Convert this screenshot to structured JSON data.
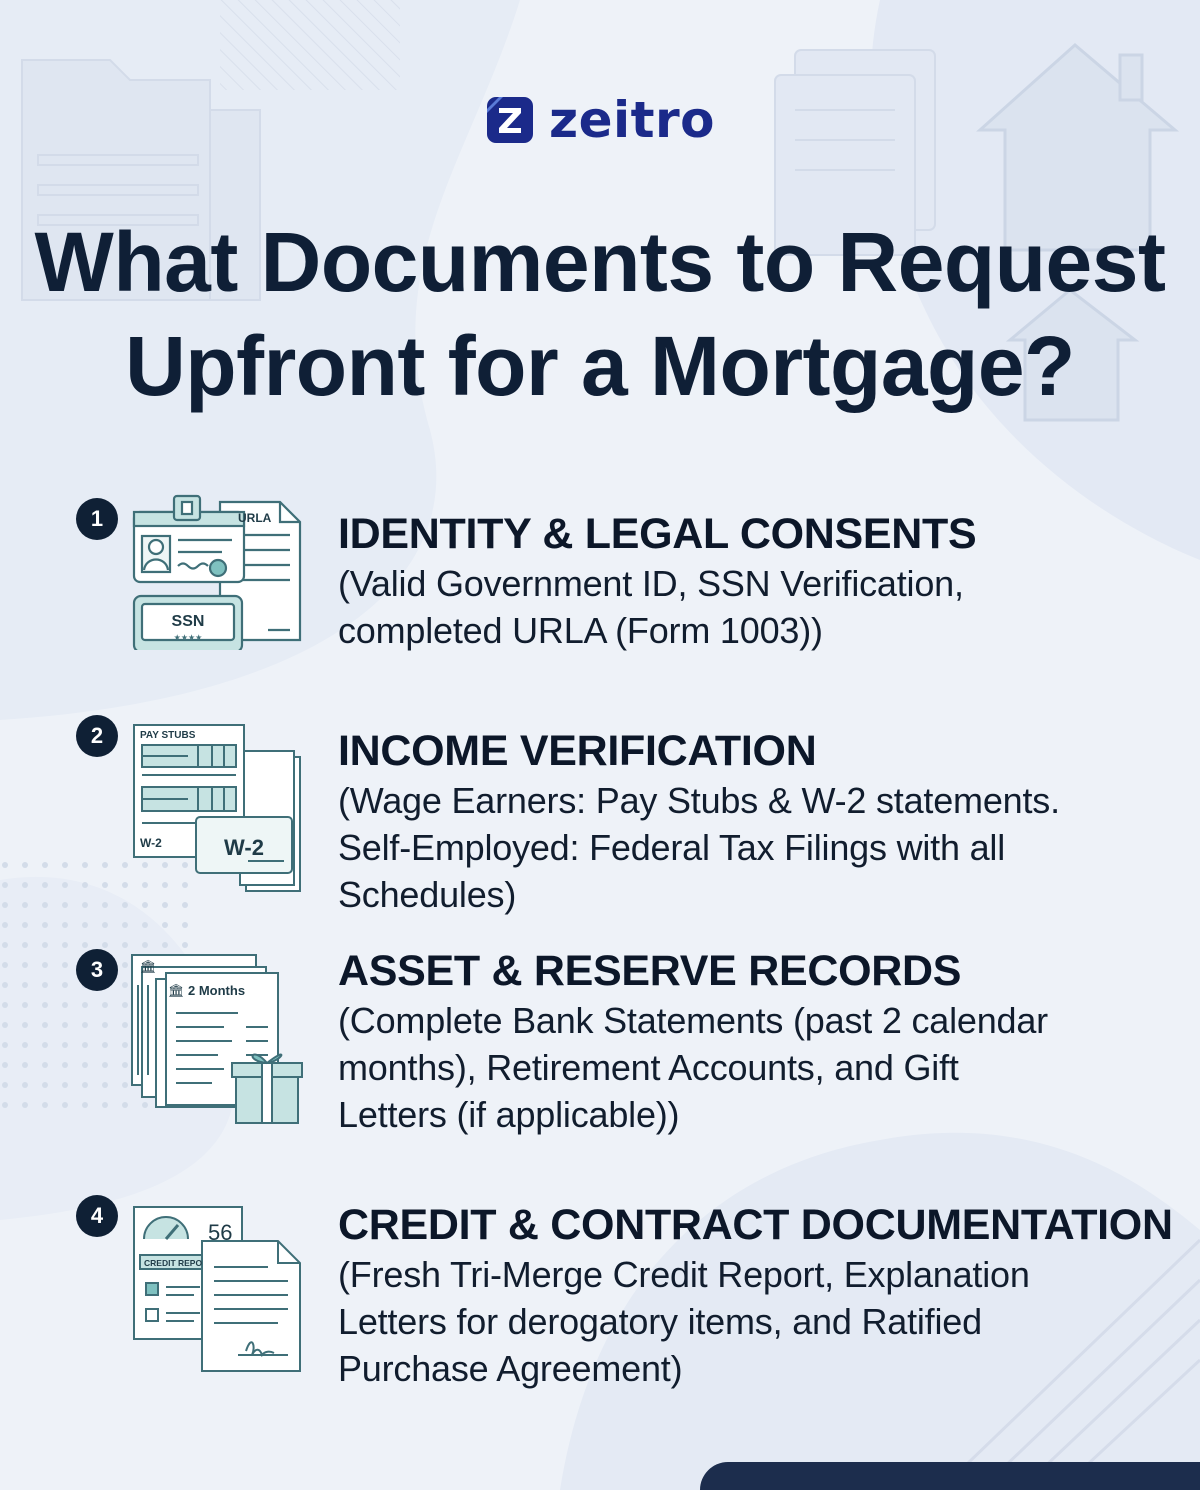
{
  "brand": {
    "name": "zeitro",
    "mark_letter": "Z",
    "color": "#1b2a8a"
  },
  "title": {
    "line1": "What Documents to Request",
    "line2": "Upfront for a Mortgage?"
  },
  "colors": {
    "ink": "#0f1f36",
    "teal": "#5b9fa2",
    "teal_light": "#c6e3e2",
    "background": "#eef2f8"
  },
  "sections": [
    {
      "number": "1",
      "heading": "IDENTITY & LEGAL CONSENTS",
      "desc": [
        "(Valid Government ID, SSN Verification,",
        "completed URLA (Form 1003))"
      ],
      "labels": {
        "urla": "URLA",
        "ssn": "SSN",
        "stars": "★★★★"
      },
      "icon": "id-card-icon"
    },
    {
      "number": "2",
      "heading": "INCOME VERIFICATION",
      "desc": [
        "(Wage Earners: Pay Stubs & W-2 statements.",
        "Self-Employed: Federal Tax Filings with all",
        "Schedules)"
      ],
      "labels": {
        "pay_stubs": "PAY STUBS",
        "w2_small": "W-2",
        "w2_large": "W-2"
      },
      "icon": "pay-stub-icon"
    },
    {
      "number": "3",
      "heading": "ASSET & RESERVE RECORDS",
      "desc": [
        "(Complete Bank Statements (past 2 calendar",
        "months), Retirement Accounts, and Gift",
        "Letters (if applicable))"
      ],
      "labels": {
        "months": "2 Months"
      },
      "icon": "bank-statement-icon"
    },
    {
      "number": "4",
      "heading": "CREDIT & CONTRACT DOCUMENTATION",
      "desc": [
        "(Fresh Tri-Merge Credit Report, Explanation",
        "Letters for derogatory items, and Ratified",
        "Purchase Agreement)"
      ],
      "labels": {
        "score": "56",
        "credit_report": "CREDIT REPO"
      },
      "icon": "credit-report-icon"
    }
  ]
}
